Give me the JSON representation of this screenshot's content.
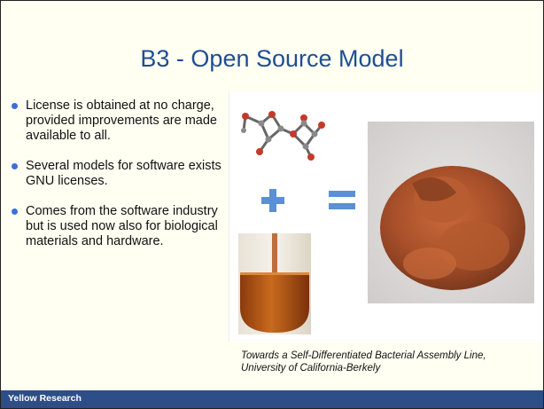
{
  "slide": {
    "title": "B3 - Open Source Model",
    "bullets": [
      "License is obtained at no charge, provided improvements are made available to all.",
      "Several models for software exists GNU licenses.",
      "Comes from the software industry but is used now also for biological materials and hardware."
    ],
    "caption_line1": "Towards a Self-Differentiated Bacterial Assembly Line,",
    "caption_line2": "University of California-Berkely",
    "footer": "Yellow Research"
  },
  "colors": {
    "title": "#1f4e92",
    "bullet": "#3b6fd8",
    "footer_bar": "#2d4e86",
    "operator": "#5b8fd6",
    "powder": "#b35a2e"
  },
  "icons": [
    "molecule-icon",
    "plus-icon",
    "equals-icon"
  ]
}
